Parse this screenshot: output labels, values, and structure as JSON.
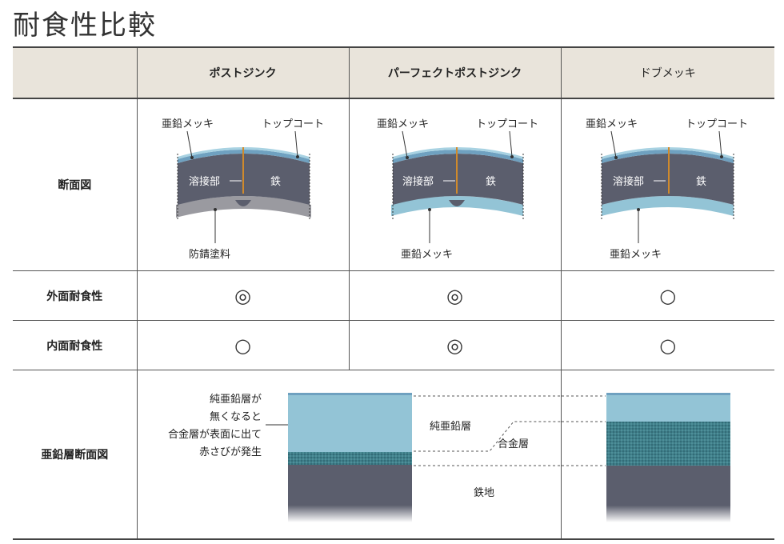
{
  "title": "耐食性比較",
  "columns": {
    "blank": "",
    "c1": "ポストジンク",
    "c2": "パーフェクトポストジンク",
    "c3": "ドブメッキ"
  },
  "rows": {
    "section": "断面図",
    "exterior": "外面耐食性",
    "interior": "内面耐食性",
    "zinc_layer": "亜鉛層断面図"
  },
  "ratings": {
    "exterior": [
      "◎",
      "◎",
      "○"
    ],
    "interior": [
      "○",
      "◎",
      "○"
    ]
  },
  "diagram_labels": {
    "c1": {
      "top_left": "亜鉛メッキ",
      "top_right": "トップコート",
      "weld": "溶接部",
      "iron": "鉄",
      "bottom": "防錆塗料"
    },
    "c2": {
      "top_left": "亜鉛メッキ",
      "top_right": "トップコート",
      "weld": "溶接部",
      "iron": "鉄",
      "bottom": "亜鉛メッキ"
    },
    "c3": {
      "top_left": "亜鉛メッキ",
      "top_right": "トップコート",
      "weld": "溶接部",
      "iron": "鉄",
      "bottom": "亜鉛メッキ"
    }
  },
  "zinc_diagram": {
    "note_lines": [
      "純亜鉛層が",
      "無くなると",
      "合金層が表面に出て",
      "赤さびが発生"
    ],
    "pure_zinc": "純亜鉛層",
    "alloy": "合金層",
    "base": "鉄地"
  },
  "colors": {
    "header_bg": "#e9e4db",
    "steel": "#5b5e6d",
    "zinc_blue": "#93c4d6",
    "coat_blue": "#6fa1c0",
    "gray_coat": "#9a9aa0",
    "weld_orange": "#d08a2c",
    "alloy_teal": "#3f7f8a"
  }
}
